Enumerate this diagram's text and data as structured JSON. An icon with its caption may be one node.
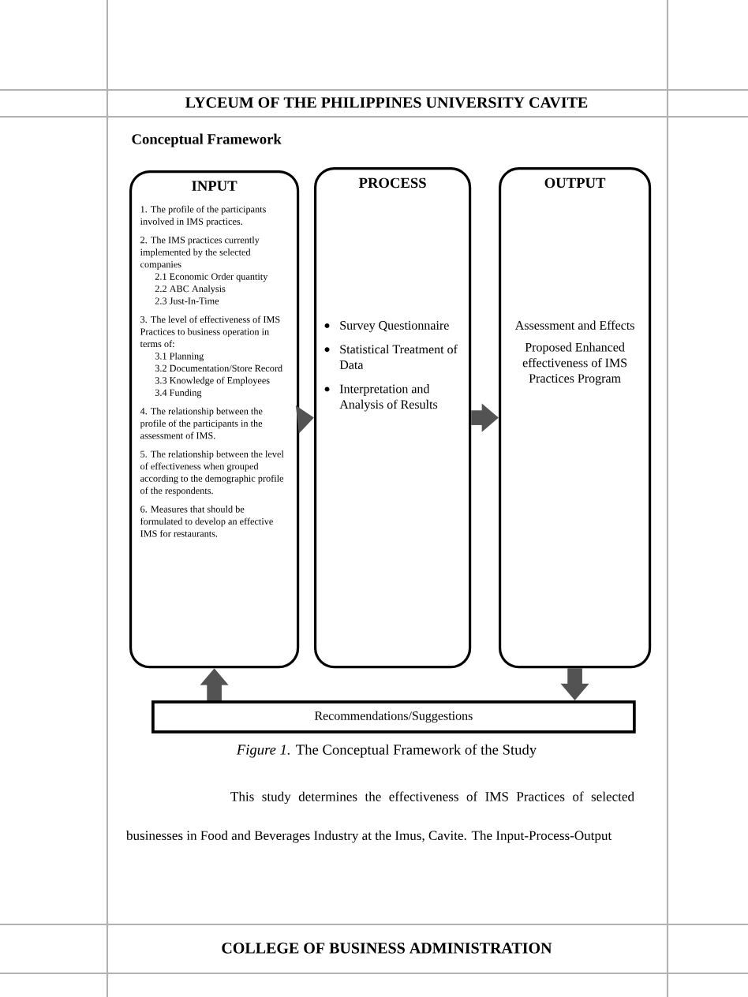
{
  "diagram": {
    "title": "Conceptual Framework",
    "caption": "*Figure 1.* The Conceptual Framework of the Study",
    "nodes": [
      {
        "text": [
          "INPUT",
          "1. The profile of the participants involved in IMS practices.",
          "2. The IMS practices currently implemented by the selected companies",
          "2.1 Economic Order quantity",
          "2.2 ABC Analysis",
          "2.3 Just-In-Time",
          "3. The level of effectiveness of IMS Practices to business operation in terms of:",
          "3.1 Planning",
          "3.2 Documentation/Store Record",
          "3.3 Knowledge of Employees",
          "3.4 Funding",
          "4. The relationship between the profile of the participants in the assessment of IMS.",
          "5. The relationship between the level of effectiveness when grouped according to the demographic profile of the respondents.",
          "6. Measures that should be formulated to develop an effective IMS for restaurants."
        ]
      },
      {
        "text": [
          "PROCESS",
          "Survey Questionnaire",
          "Statistical Treatment of Data",
          "Interpretation and Analysis of Results"
        ]
      },
      {
        "text": [
          "OUTPUT",
          "Assessment and Effects",
          "Proposed Enhanced effectiveness of IMS Practices Program"
        ]
      },
      {
        "text": [
          "Recommendations/Suggestions"
        ]
      }
    ],
    "edges": [
      {
        "from": 0,
        "to": 1,
        "arrow": "to"
      },
      {
        "from": 1,
        "to": 2,
        "arrow": "to"
      },
      {
        "from": 2,
        "to": 3,
        "arrow": "to"
      },
      {
        "from": 3,
        "to": 0,
        "arrow": "to"
      }
    ],
    "labels": [
      "LYCEUM OF THE PHILIPPINES UNIVERSITY CAVITE",
      "This study determines the effectiveness of IMS Practices of selected businesses in Food and Beverages Industry at the Imus, Cavite. The Input-Process-Output",
      "COLLEGE OF BUSINESS ADMINISTRATION"
    ]
  }
}
